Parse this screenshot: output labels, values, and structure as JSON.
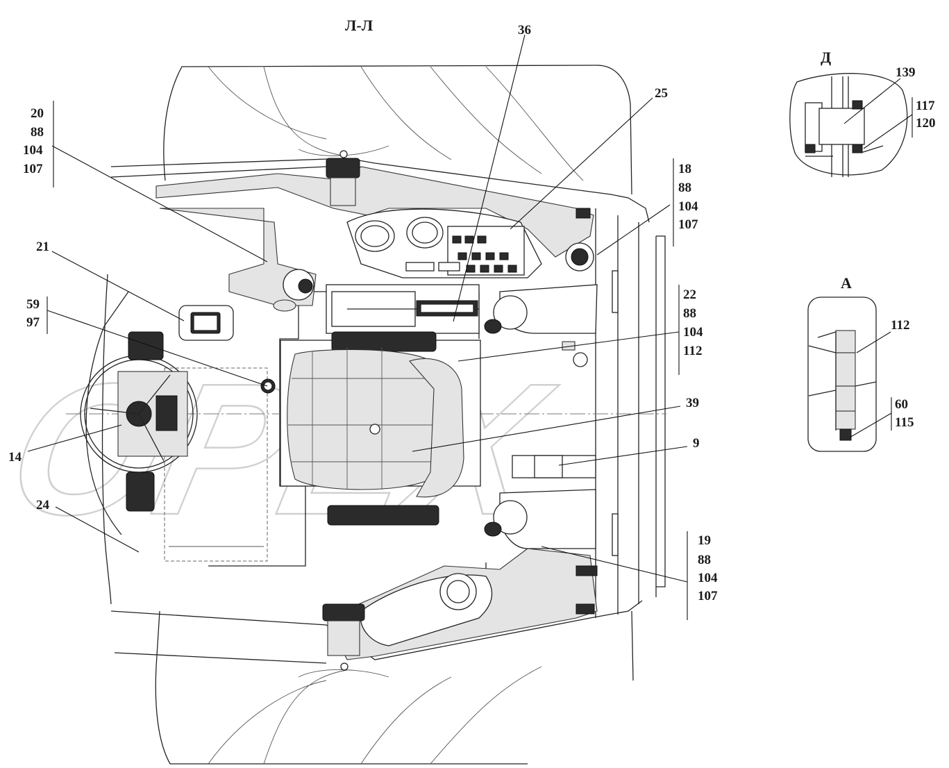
{
  "section_title": "Л-Л",
  "detail_d_title": "Д",
  "detail_a_title": "А",
  "watermark": "OPEX",
  "labels": {
    "l36": "36",
    "l25": "25",
    "l21": "21",
    "l14": "14",
    "l24": "24",
    "l39": "39",
    "l9": "9",
    "l139": "139",
    "l112a": "112",
    "g1": [
      "20",
      "88",
      "104",
      "107"
    ],
    "g2": [
      "18",
      "88",
      "104",
      "107"
    ],
    "g3": [
      "59",
      "97"
    ],
    "g4": [
      "22",
      "88",
      "104",
      "112"
    ],
    "g5": [
      "19",
      "88",
      "104",
      "107"
    ],
    "g6": [
      "117",
      "120"
    ],
    "g7": [
      "60",
      "115"
    ]
  }
}
